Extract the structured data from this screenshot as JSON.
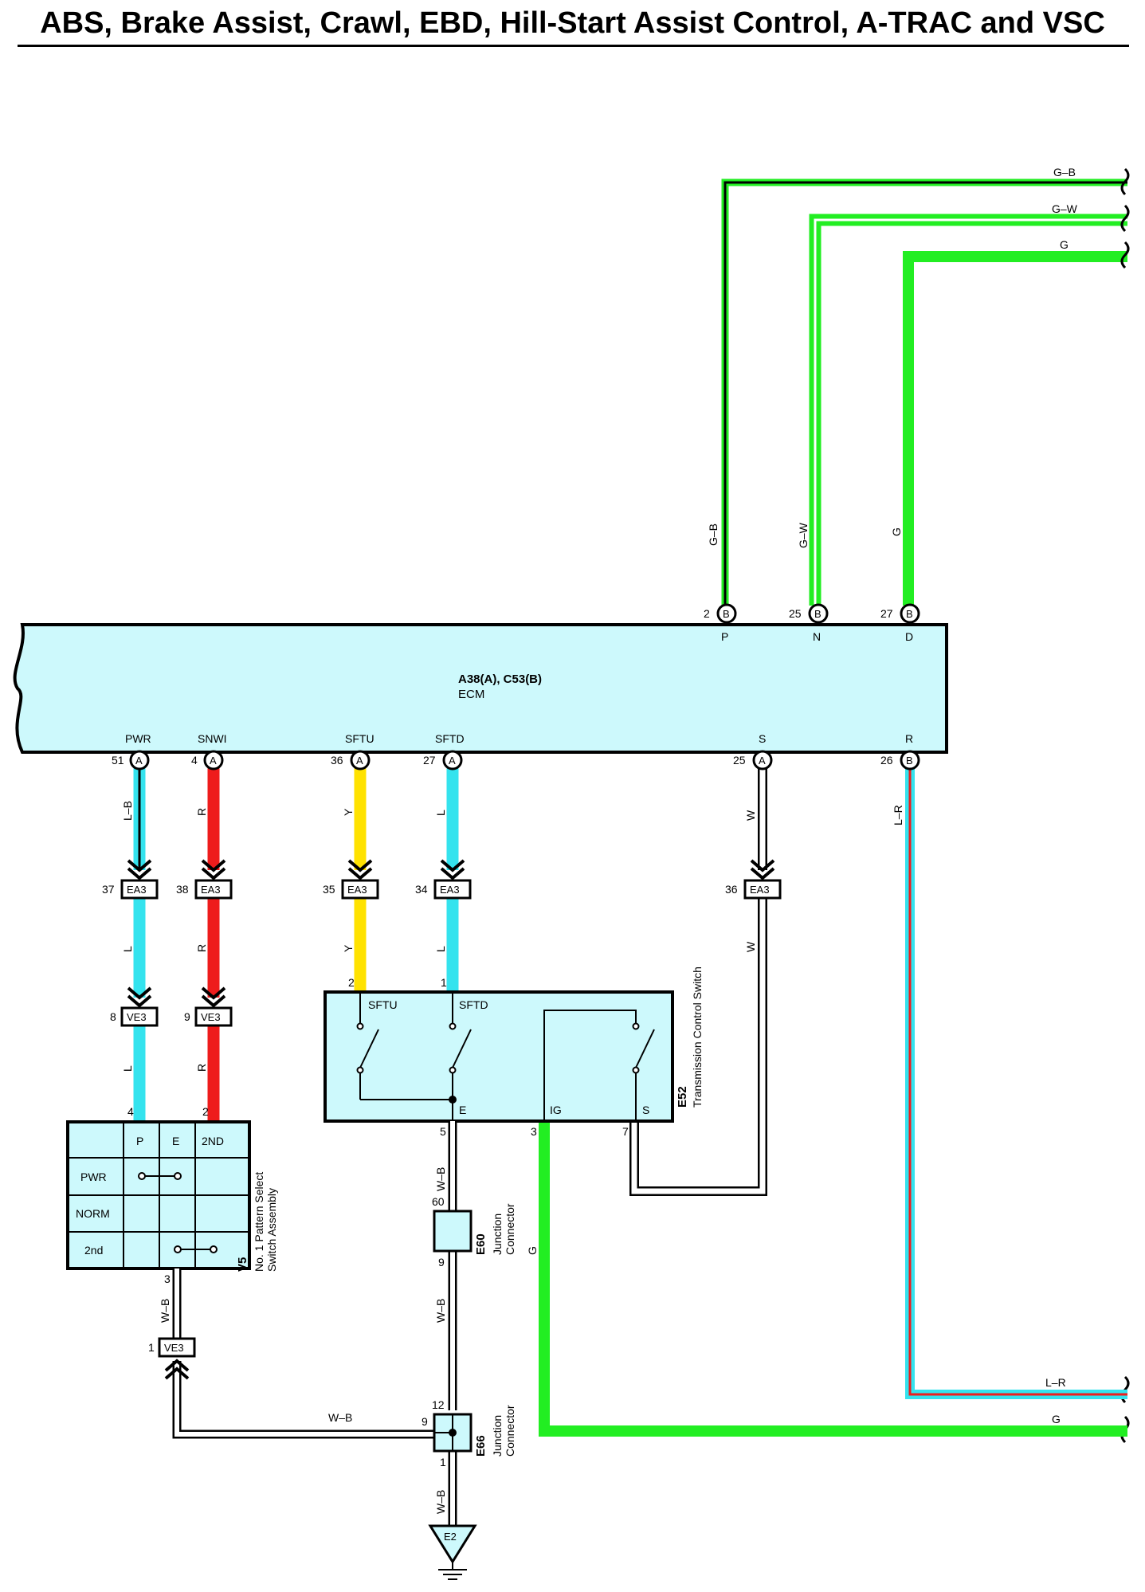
{
  "title": "ABS, Brake Assist, Crawl, EBD, Hill-Start Assist Control, A-TRAC and VSC",
  "colors": {
    "ecm_fill": "#cdf9fc",
    "wire_L": "#34e3ee",
    "wire_R": "#ee1c1c",
    "wire_Y": "#ffe200",
    "wire_G": "#22ee22",
    "wire_black": "#000000"
  },
  "ecm": {
    "code": "A38(A), C53(B)",
    "name": "ECM",
    "top_pins": [
      {
        "num": "2",
        "conn": "B",
        "term": "P",
        "wire": "G–B"
      },
      {
        "num": "25",
        "conn": "B",
        "term": "N",
        "wire": "G–W"
      },
      {
        "num": "27",
        "conn": "B",
        "term": "D",
        "wire": "G"
      }
    ],
    "bottom_pins": [
      {
        "num": "51",
        "conn": "A",
        "term": "PWR",
        "wire": "L–B"
      },
      {
        "num": "4",
        "conn": "A",
        "term": "SNWI",
        "wire": "R"
      },
      {
        "num": "36",
        "conn": "A",
        "term": "SFTU",
        "wire": "Y"
      },
      {
        "num": "27",
        "conn": "A",
        "term": "SFTD",
        "wire": "L"
      },
      {
        "num": "25",
        "conn": "A",
        "term": "S",
        "wire": "W"
      },
      {
        "num": "26",
        "conn": "B",
        "term": "R",
        "wire": "L–R"
      }
    ]
  },
  "ea3": [
    {
      "pin": "37",
      "name": "EA3",
      "wire_below": "L"
    },
    {
      "pin": "38",
      "name": "EA3",
      "wire_below": "R"
    },
    {
      "pin": "35",
      "name": "EA3",
      "wire_below": "Y"
    },
    {
      "pin": "34",
      "name": "EA3",
      "wire_below": "L"
    },
    {
      "pin": "36",
      "name": "EA3",
      "wire_below": "W"
    }
  ],
  "ve3": [
    {
      "pin": "8",
      "name": "VE3",
      "wire_below": "L"
    },
    {
      "pin": "9",
      "name": "VE3",
      "wire_below": "R"
    }
  ],
  "ve3_bottom": {
    "pin": "1",
    "name": "VE3"
  },
  "right_wires": {
    "gb": "G–B",
    "gw": "G–W",
    "g": "G",
    "lr": "L–R",
    "g_bottom": "G"
  },
  "transmission_switch": {
    "code": "E52",
    "name": "Transmission Control Switch",
    "pin_sftu": "2",
    "pin_sftd": "1",
    "label_sftu": "SFTU",
    "label_sftd": "SFTD",
    "term_e": "E",
    "term_ig": "IG",
    "term_s": "S",
    "pin_e": "5",
    "pin_ig": "3",
    "pin_s": "7",
    "wire_e": "W–B",
    "wire_ig": "G"
  },
  "pattern_switch": {
    "code": "V5",
    "name_line1": "No. 1 Pattern Select",
    "name_line2": "Switch Assembly",
    "pin_p": "4",
    "pin_2nd": "2",
    "pin_out": "3",
    "headers": [
      "P",
      "E",
      "2ND"
    ],
    "rows": [
      "PWR",
      "NORM",
      "2nd"
    ],
    "wire_out": "W–B"
  },
  "e60": {
    "code": "E60",
    "name_line1": "Junction",
    "name_line2": "Connector",
    "pin_top": "60",
    "pin_bottom": "9",
    "wire_below": "W–B"
  },
  "e66": {
    "code": "E66",
    "name_line1": "Junction",
    "name_line2": "Connector",
    "pin_top": "12",
    "pin_left": "9",
    "pin_bottom": "1",
    "wire_left": "W–B",
    "wire_below": "W–B"
  },
  "ground": {
    "label": "E2"
  }
}
